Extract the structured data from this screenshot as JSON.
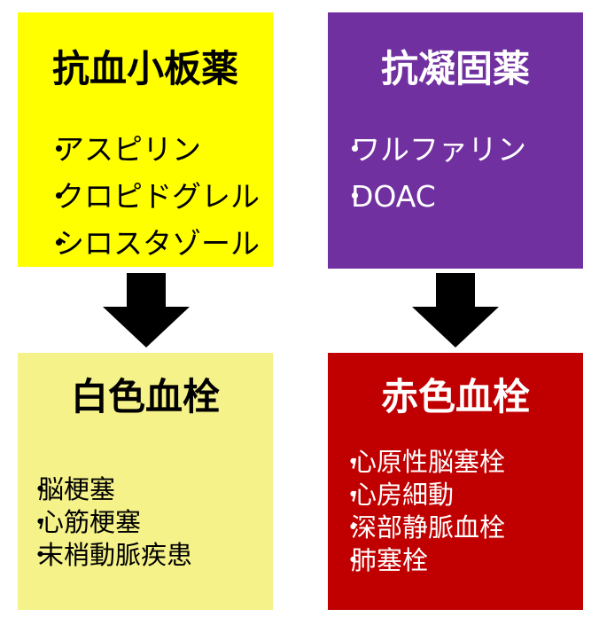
{
  "colors": {
    "antiplatelet_bg": "#ffff00",
    "anticoagulant_bg": "#7030a0",
    "white_thrombus_bg": "#f5f28a",
    "red_thrombus_bg": "#c00000",
    "dark_text": "#000000",
    "light_text": "#ffffff",
    "arrow": "#000000"
  },
  "bullet": "・",
  "antiplatelet": {
    "title": "抗血小板薬",
    "items": [
      "アスピリン",
      "クロピドグレル",
      "シロスタゾール"
    ]
  },
  "anticoagulant": {
    "title": "抗凝固薬",
    "items": [
      "ワルファリン",
      "DOAC"
    ]
  },
  "white_thrombus": {
    "title": "白色血栓",
    "items": [
      "脳梗塞",
      "心筋梗塞",
      "末梢動脈疾患"
    ]
  },
  "red_thrombus": {
    "title": "赤色血栓",
    "items": [
      "心原性脳塞栓",
      "心房細動",
      "深部静脈血栓",
      "肺塞栓"
    ]
  }
}
